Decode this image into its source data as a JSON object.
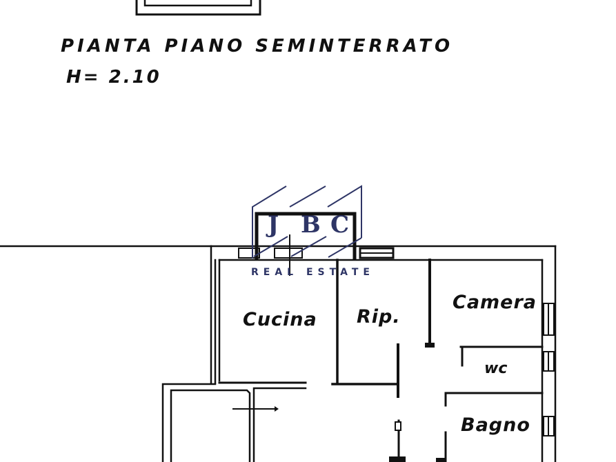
{
  "plan": {
    "title": "PIANTA PIANO SEMINTERRATO",
    "height_label": "H= 2.10",
    "rooms": [
      {
        "id": "cucina",
        "label": "Cucina"
      },
      {
        "id": "ripostiglio",
        "label": "Rip."
      },
      {
        "id": "camera",
        "label": "Camera"
      },
      {
        "id": "wc",
        "label": "wc"
      },
      {
        "id": "bagno",
        "label": "Bagno"
      }
    ]
  },
  "watermark": {
    "letters": [
      "J",
      "B",
      "C"
    ],
    "subtitle": "REAL ESTATE",
    "color": "#2e3566"
  },
  "colors": {
    "ink": "#111111",
    "paper": "#ffffff"
  }
}
